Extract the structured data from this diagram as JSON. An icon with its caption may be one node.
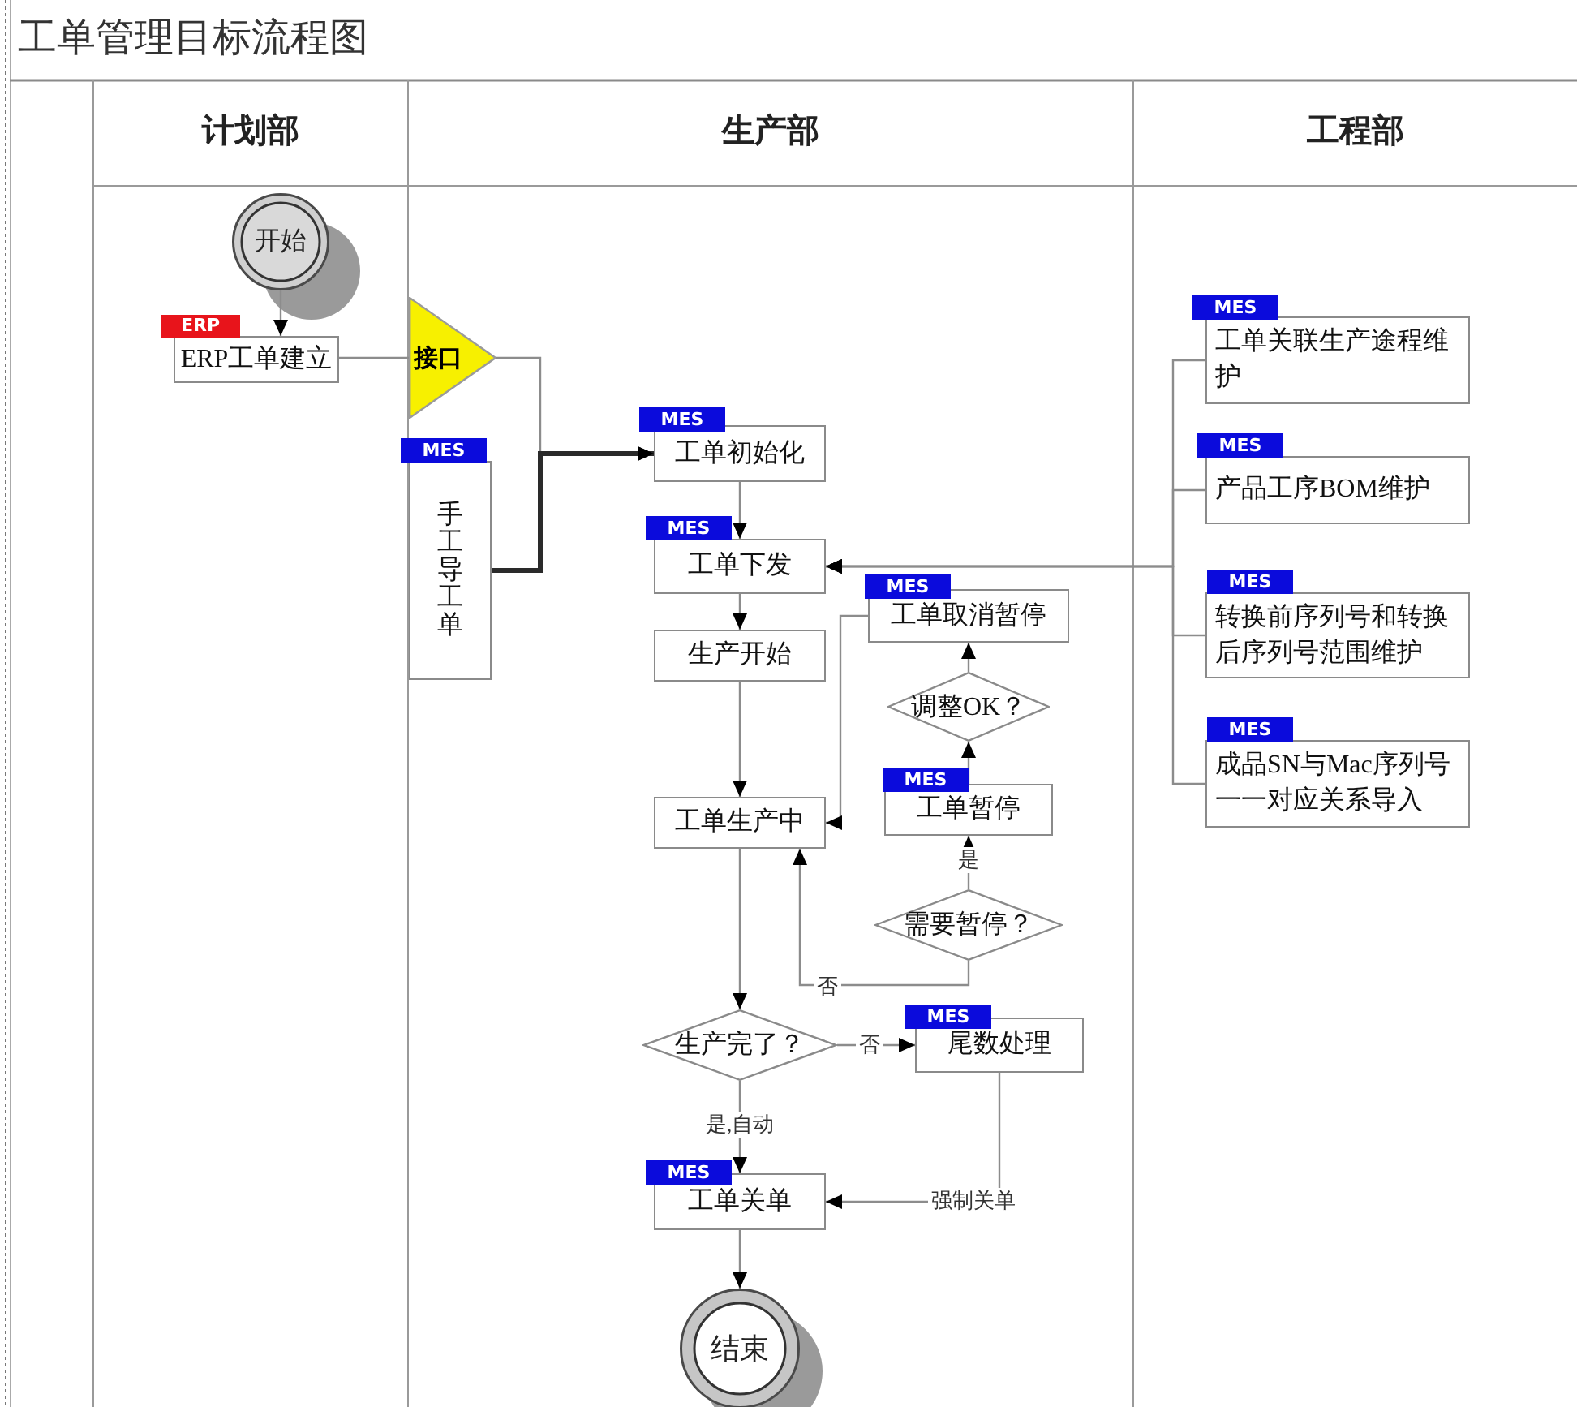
{
  "diagram": {
    "title": "工单管理目标流程图",
    "nodes": [
      {
        "text": [
          "计划部"
        ]
      },
      {
        "text": [
          "生产部"
        ]
      },
      {
        "text": [
          "工程部"
        ]
      },
      {
        "text": [
          "开始"
        ],
        "in": 0
      },
      {
        "text": [
          "ERP",
          "ERP工单建立"
        ],
        "in": 0
      },
      {
        "text": [
          "接口"
        ],
        "in": 1
      },
      {
        "text": [
          "MES",
          "手工导工单"
        ],
        "in": 1
      },
      {
        "text": [
          "MES",
          "工单初始化"
        ],
        "in": 1
      },
      {
        "text": [
          "MES",
          "工单下发"
        ],
        "in": 1
      },
      {
        "text": [
          "生产开始"
        ],
        "in": 1
      },
      {
        "text": [
          "MES",
          "工单取消暂停"
        ],
        "in": 1
      },
      {
        "text": [
          "调整OK？"
        ],
        "in": 1
      },
      {
        "text": [
          "MES",
          "工单暂停"
        ],
        "in": 1
      },
      {
        "text": [
          "工单生产中"
        ],
        "in": 1
      },
      {
        "text": [
          "需要暂停？"
        ],
        "in": 1
      },
      {
        "text": [
          "生产完了？"
        ],
        "in": 1
      },
      {
        "text": [
          "MES",
          "尾数处理"
        ],
        "in": 1
      },
      {
        "text": [
          "MES",
          "工单关单"
        ],
        "in": 1
      },
      {
        "text": [
          "结束"
        ],
        "in": 1
      },
      {
        "text": [
          "MES",
          "工单关联生产途程维护"
        ],
        "in": 2
      },
      {
        "text": [
          "MES",
          "产品工序BOM维护"
        ],
        "in": 2
      },
      {
        "text": [
          "MES",
          "转换前序列号和转换后序列号范围维护"
        ],
        "in": 2
      },
      {
        "text": [
          "MES",
          "成品SN与Mac序列号一一对应关系导入"
        ],
        "in": 2
      }
    ],
    "edges": [
      {
        "from": 3,
        "to": 4,
        "arrow": "to"
      },
      {
        "from": 4,
        "to": 5,
        "arrow": "none"
      },
      {
        "from": 5,
        "to": 7,
        "arrow": "to"
      },
      {
        "from": 6,
        "to": 7,
        "arrow": "to",
        "style": "thick",
        "color": "#2a2a2a"
      },
      {
        "from": 7,
        "to": 8,
        "arrow": "to"
      },
      {
        "from": 8,
        "to": 9,
        "arrow": "to"
      },
      {
        "from": 9,
        "to": 13,
        "arrow": "to"
      },
      {
        "from": 13,
        "to": 15,
        "arrow": "to"
      },
      {
        "from": 15,
        "to": 16,
        "arrow": "to",
        "label": "否"
      },
      {
        "from": 15,
        "to": 17,
        "arrow": "to",
        "label": "是,自动"
      },
      {
        "from": 16,
        "to": 17,
        "arrow": "to",
        "label": "强制关单"
      },
      {
        "from": 17,
        "to": 18,
        "arrow": "to"
      },
      {
        "from": 14,
        "to": 12,
        "arrow": "to",
        "label": "是"
      },
      {
        "from": 14,
        "to": 13,
        "arrow": "to",
        "label": "否"
      },
      {
        "from": 12,
        "to": 11,
        "arrow": "to"
      },
      {
        "from": 11,
        "to": 10,
        "arrow": "to"
      },
      {
        "from": 10,
        "to": 13,
        "arrow": "to"
      },
      {
        "from": 19,
        "to": 8,
        "arrow": "to"
      },
      {
        "from": 20,
        "to": 8,
        "arrow": "to"
      },
      {
        "from": 21,
        "to": 8,
        "arrow": "to"
      },
      {
        "from": 22,
        "to": 8,
        "arrow": "to"
      }
    ]
  }
}
